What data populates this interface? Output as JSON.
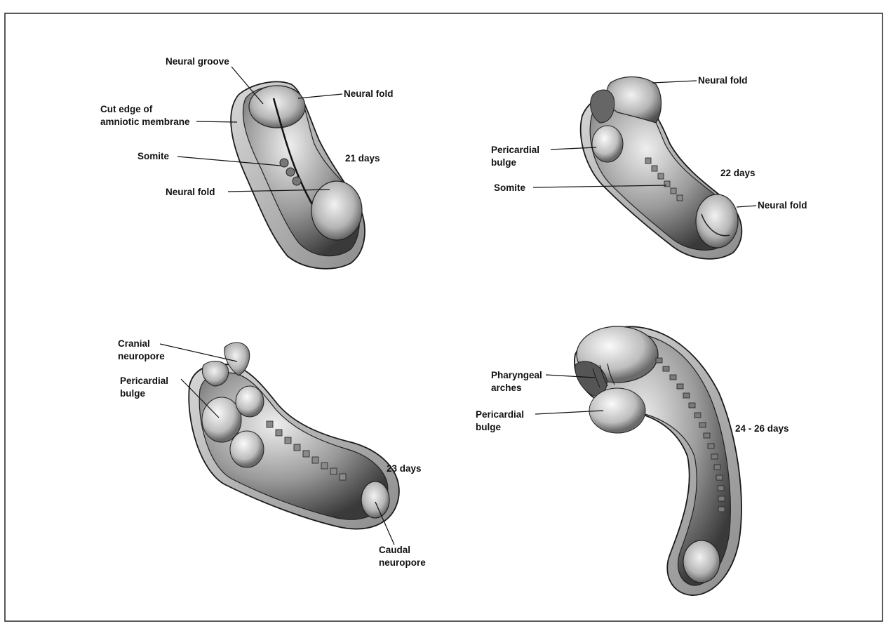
{
  "panels": {
    "day21": {
      "stage_label": "21 days",
      "labels": {
        "neural_groove": "Neural groove",
        "neural_fold_top": "Neural fold",
        "cut_edge_line1": "Cut edge of",
        "cut_edge_line2": "amniotic membrane",
        "somite": "Somite",
        "neural_fold_bottom": "Neural fold"
      }
    },
    "day22": {
      "stage_label": "22 days",
      "labels": {
        "neural_fold_top": "Neural fold",
        "pericardial_line1": "Pericardial",
        "pericardial_line2": "bulge",
        "somite": "Somite",
        "neural_fold_bottom": "Neural fold"
      }
    },
    "day23": {
      "stage_label": "23 days",
      "labels": {
        "cranial_line1": "Cranial",
        "cranial_line2": "neuropore",
        "pericardial_line1": "Pericardial",
        "pericardial_line2": "bulge",
        "caudal_line1": "Caudal",
        "caudal_line2": "neuropore"
      }
    },
    "day24": {
      "stage_label": "24 - 26 days",
      "labels": {
        "pharyngeal_line1": "Pharyngeal",
        "pharyngeal_line2": "arches",
        "pericardial_line1": "Pericardial",
        "pericardial_line2": "bulge"
      }
    }
  }
}
